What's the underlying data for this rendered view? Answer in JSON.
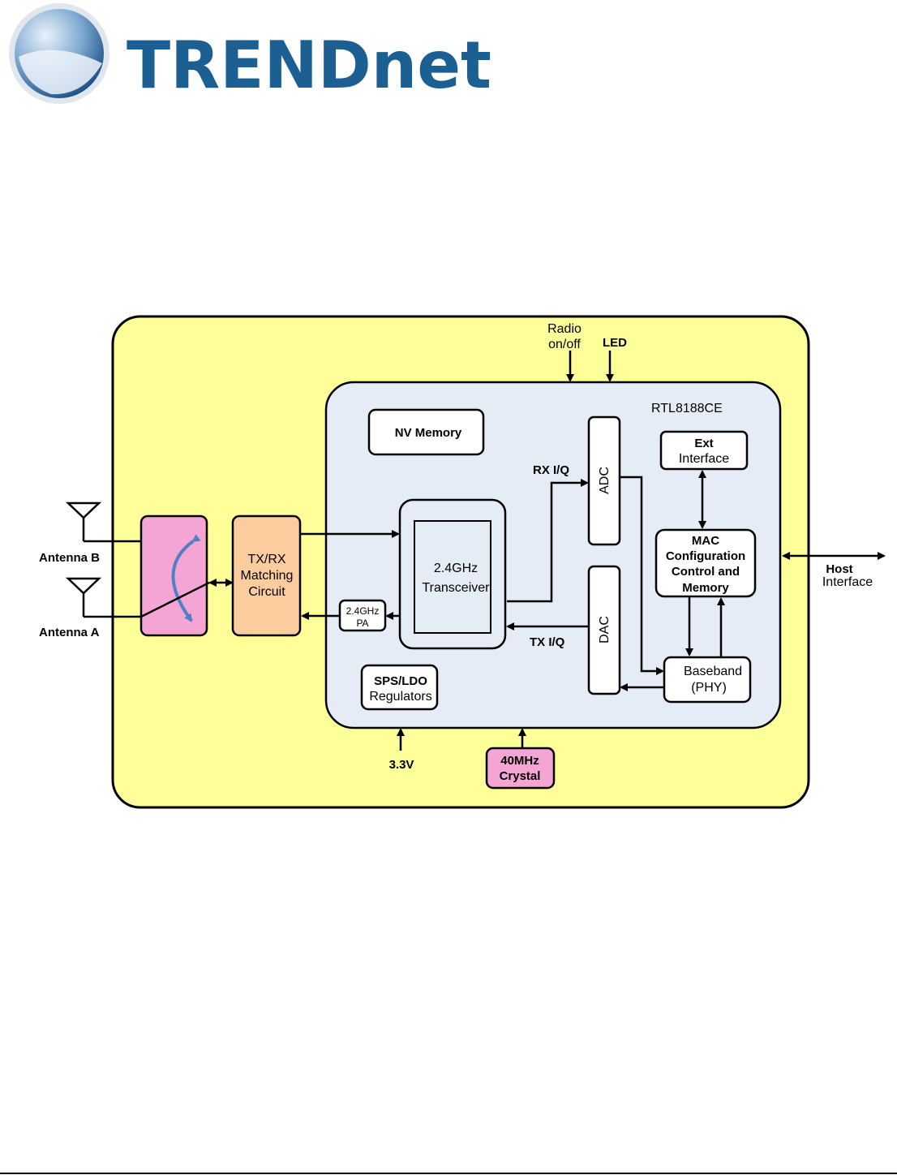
{
  "header": {
    "logo_text": "TRENDnet",
    "colors": {
      "logo_text": "#1c5f93",
      "globe": "#2f6fa8",
      "globe_light": "#d8e8f3"
    }
  },
  "diagram": {
    "colors": {
      "board_fill": "#ffff99",
      "chip_fill": "#e6ecf5",
      "switch_fill": "#f4a5d4",
      "matching_fill": "#fbcc9d",
      "crystal_fill": "#f4a5d4",
      "switch_arrow": "#4f7fc4"
    },
    "chip_label": "RTL8188CE",
    "external": {
      "radio_line1": "Radio",
      "radio_line2": "on/off",
      "led": "LED",
      "antenna_b": "Antenna B",
      "antenna_a": "Antenna A",
      "host_line1": "Host",
      "host_line2": "Interface",
      "voltage": "3.3V",
      "crystal_line1": "40MHz",
      "crystal_line2": "Crystal"
    },
    "blocks": {
      "nv_memory": "NV Memory",
      "matching_line1": "TX/RX",
      "matching_line2": "Matching",
      "matching_line3": "Circuit",
      "transceiver_line1": "2.4GHz",
      "transceiver_line2": "Transceiver",
      "pa_line1": "2.4GHz",
      "pa_line2": "PA",
      "regulators_line1": "SPS/LDO",
      "regulators_line2": "Regulators",
      "adc": "ADC",
      "dac": "DAC",
      "ext_line1": "Ext",
      "ext_line2": "Interface",
      "mac_line1": "MAC",
      "mac_line2": "Configuration",
      "mac_line3": "Control and",
      "mac_line4": "Memory",
      "baseband_line1": "Baseband",
      "baseband_line2": "(PHY)"
    },
    "signals": {
      "rx_iq": "RX I/Q",
      "tx_iq": "TX I/Q"
    }
  }
}
